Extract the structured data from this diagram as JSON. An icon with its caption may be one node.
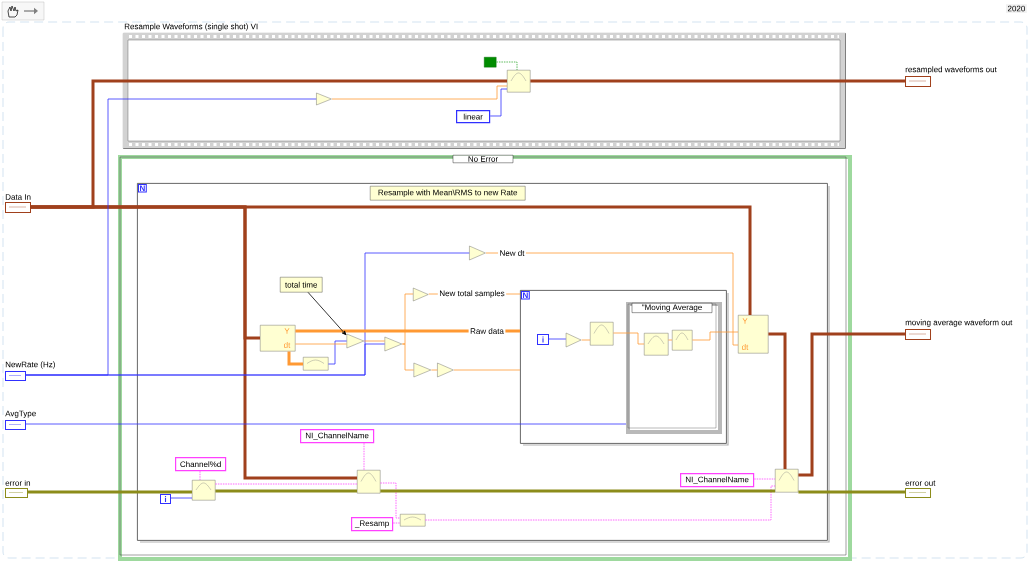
{
  "diagram": {
    "nodes": [
      {
        "text": [
          "Resample Waveforms (single shot) VI"
        ]
      },
      {
        "text": [
          "No Error"
        ]
      },
      {
        "text": [
          "N"
        ],
        "in": 1
      },
      {
        "text": [
          "Resample with Mean\\RMS to new Rate"
        ],
        "in": 2
      },
      {
        "text": [
          "Data In"
        ]
      },
      {
        "text": [
          "NewRate (Hz)"
        ]
      },
      {
        "text": [
          "AvgType"
        ]
      },
      {
        "text": [
          "error in"
        ]
      },
      {
        "text": [
          "resampled waveforms out"
        ]
      },
      {
        "text": [
          "moving average waveform out"
        ]
      },
      {
        "text": [
          "error out"
        ]
      },
      {
        "text": [
          "linear"
        ],
        "in": 0
      },
      {
        "text": [],
        "shape": "box",
        "in": 0
      },
      {
        "text": [],
        "shape": "box",
        "in": 0
      },
      {
        "text": [],
        "shape": "triangle",
        "in": 0
      },
      {
        "text": [
          "total time"
        ],
        "in": 2
      },
      {
        "text": [
          "Y",
          "dt"
        ],
        "in": 2
      },
      {
        "text": [],
        "shape": "triangle",
        "in": 2
      },
      {
        "text": [],
        "shape": "triangle",
        "in": 2
      },
      {
        "text": [],
        "shape": "box",
        "in": 2
      },
      {
        "text": [],
        "shape": "triangle",
        "in": 2
      },
      {
        "text": [],
        "shape": "triangle",
        "in": 2
      },
      {
        "text": [],
        "shape": "triangle",
        "in": 2
      },
      {
        "text": [],
        "shape": "triangle",
        "in": 2
      },
      {
        "text": [
          "N"
        ],
        "in": 2
      },
      {
        "text": [
          "i"
        ],
        "in": 24
      },
      {
        "text": [],
        "shape": "triangle",
        "in": 24
      },
      {
        "text": [],
        "shape": "box",
        "in": 24
      },
      {
        "text": [
          "\"Moving Average"
        ],
        "in": 24
      },
      {
        "text": [],
        "shape": "box",
        "in": 28
      },
      {
        "text": [],
        "shape": "box",
        "in": 28
      },
      {
        "text": [
          "Y",
          "dt"
        ],
        "in": 2
      },
      {
        "text": [
          "NI_ChannelName"
        ],
        "in": 2
      },
      {
        "text": [
          "Channel%d"
        ],
        "in": 2
      },
      {
        "text": [],
        "shape": "box",
        "in": 2
      },
      {
        "text": [
          "i"
        ],
        "in": 2
      },
      {
        "text": [],
        "shape": "box",
        "in": 2
      },
      {
        "text": [
          "_Resamp"
        ],
        "in": 2
      },
      {
        "text": [],
        "shape": "box",
        "in": 2
      },
      {
        "text": [
          "NI_ChannelName"
        ],
        "in": 2
      },
      {
        "text": [],
        "shape": "box",
        "in": 2
      }
    ],
    "edges": [
      {
        "from": 4,
        "to": 12,
        "arrow": "none",
        "style": "thick",
        "color": "#a0401c"
      },
      {
        "from": 4,
        "to": 16,
        "arrow": "none",
        "style": "thick",
        "color": "#a0401c"
      },
      {
        "from": 4,
        "to": 31,
        "arrow": "none",
        "style": "thick",
        "color": "#a0401c"
      },
      {
        "from": 4,
        "to": 36,
        "arrow": "none",
        "style": "thick",
        "color": "#a0401c"
      },
      {
        "from": 12,
        "to": 8,
        "arrow": "none",
        "style": "thick",
        "color": "#a0401c"
      },
      {
        "from": 13,
        "to": 12,
        "arrow": "none",
        "style": "dashed",
        "color": "#33aa33"
      },
      {
        "from": 5,
        "to": 14,
        "arrow": "none",
        "color": "#3030ff"
      },
      {
        "from": 14,
        "to": 12,
        "arrow": "none"
      },
      {
        "from": 11,
        "to": 12,
        "arrow": "none",
        "color": "#3030ff"
      },
      {
        "from": 5,
        "to": 20,
        "arrow": "none",
        "color": "#3030ff"
      },
      {
        "from": 5,
        "to": 18,
        "arrow": "none",
        "color": "#3030ff"
      },
      {
        "from": 19,
        "to": 17,
        "arrow": "none",
        "color": "#3030ff"
      },
      {
        "from": 16,
        "to": 17,
        "arrow": "none"
      },
      {
        "from": 16,
        "to": 19,
        "arrow": "none",
        "style": "thick"
      },
      {
        "from": 16,
        "to": 24,
        "arrow": "none",
        "label": "Raw data",
        "style": "thick"
      },
      {
        "from": 17,
        "to": 18,
        "arrow": "none"
      },
      {
        "from": 18,
        "to": 21,
        "arrow": "none"
      },
      {
        "from": 18,
        "to": 22,
        "arrow": "none"
      },
      {
        "from": 21,
        "to": 24,
        "arrow": "none",
        "label": "New total samples"
      },
      {
        "from": 22,
        "to": 23,
        "arrow": "none"
      },
      {
        "from": 23,
        "to": 24,
        "arrow": "none"
      },
      {
        "from": 20,
        "to": 31,
        "arrow": "none",
        "label": "New dt"
      },
      {
        "from": 6,
        "to": 28,
        "arrow": "none",
        "color": "#3030ff"
      },
      {
        "from": 25,
        "to": 26,
        "arrow": "none",
        "color": "#3030ff"
      },
      {
        "from": 26,
        "to": 27,
        "arrow": "none"
      },
      {
        "from": 27,
        "to": 29,
        "arrow": "none"
      },
      {
        "from": 29,
        "to": 30,
        "arrow": "none"
      },
      {
        "from": 30,
        "to": 31,
        "arrow": "none"
      },
      {
        "from": 31,
        "to": 40,
        "arrow": "none",
        "style": "thick",
        "color": "#a0401c"
      },
      {
        "from": 40,
        "to": 9,
        "arrow": "none",
        "style": "thick",
        "color": "#a0401c"
      },
      {
        "from": 7,
        "to": 34,
        "arrow": "none",
        "style": "thick",
        "color": "#8c8c1a"
      },
      {
        "from": 33,
        "to": 34,
        "arrow": "none",
        "style": "dashed",
        "color": "#ff40ff"
      },
      {
        "from": 35,
        "to": 34,
        "arrow": "none",
        "color": "#3030ff"
      },
      {
        "from": 34,
        "to": 36,
        "arrow": "none",
        "style": "dashed",
        "color": "#ff40ff"
      },
      {
        "from": 34,
        "to": 36,
        "arrow": "none",
        "style": "thick",
        "color": "#8c8c1a"
      },
      {
        "from": 32,
        "to": 36,
        "arrow": "none",
        "style": "dashed",
        "color": "#ff40ff"
      },
      {
        "from": 36,
        "to": 38,
        "arrow": "none",
        "style": "dashed",
        "color": "#ff40ff"
      },
      {
        "from": 37,
        "to": 38,
        "arrow": "none",
        "style": "dashed",
        "color": "#ff40ff"
      },
      {
        "from": 38,
        "to": 40,
        "arrow": "none",
        "style": "dashed",
        "color": "#ff40ff"
      },
      {
        "from": 39,
        "to": 40,
        "arrow": "none",
        "style": "dashed",
        "color": "#ff40ff"
      },
      {
        "from": 36,
        "to": 40,
        "arrow": "none",
        "style": "thick",
        "color": "#8c8c1a"
      },
      {
        "from": 40,
        "to": 10,
        "arrow": "none",
        "style": "thick",
        "color": "#8c8c1a"
      },
      {
        "from": 15,
        "to": 17,
        "arrow": "to",
        "color": "#000000"
      }
    ],
    "labels": [
      "2020"
    ]
  }
}
